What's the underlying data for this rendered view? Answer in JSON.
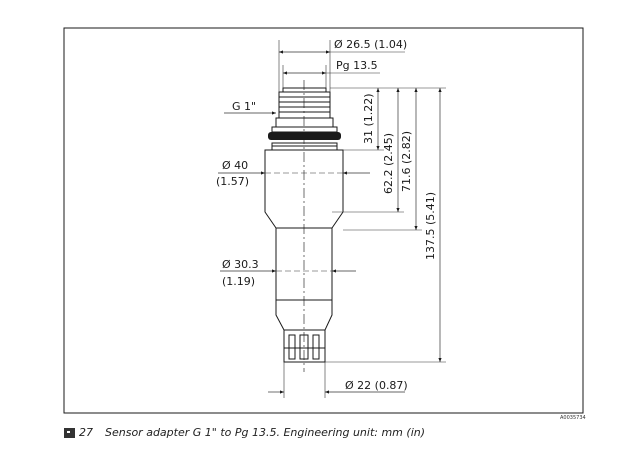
{
  "drawing": {
    "diameters": {
      "top_outer": "Ø 26.5 (1.04)",
      "thread_pg": "Pg 13.5",
      "thread_g": "G 1\"",
      "body_metric": "Ø 40",
      "body_imperial": "(1.57)",
      "shaft_metric": "Ø 30.3",
      "shaft_imperial": "(1.19)",
      "tip": "Ø 22 (0.87)"
    },
    "lengths": {
      "l1": "31 (1.22)",
      "l2": "62.2 (2.45)",
      "l3": "71.6 (2.82)",
      "l4": "137.5 (5.41)"
    },
    "reference_id": "A0035734"
  },
  "caption": {
    "icon": "figure-icon",
    "number": "27",
    "text": "Sensor adapter G 1\" to Pg 13.5. Engineering unit: mm (in)"
  }
}
